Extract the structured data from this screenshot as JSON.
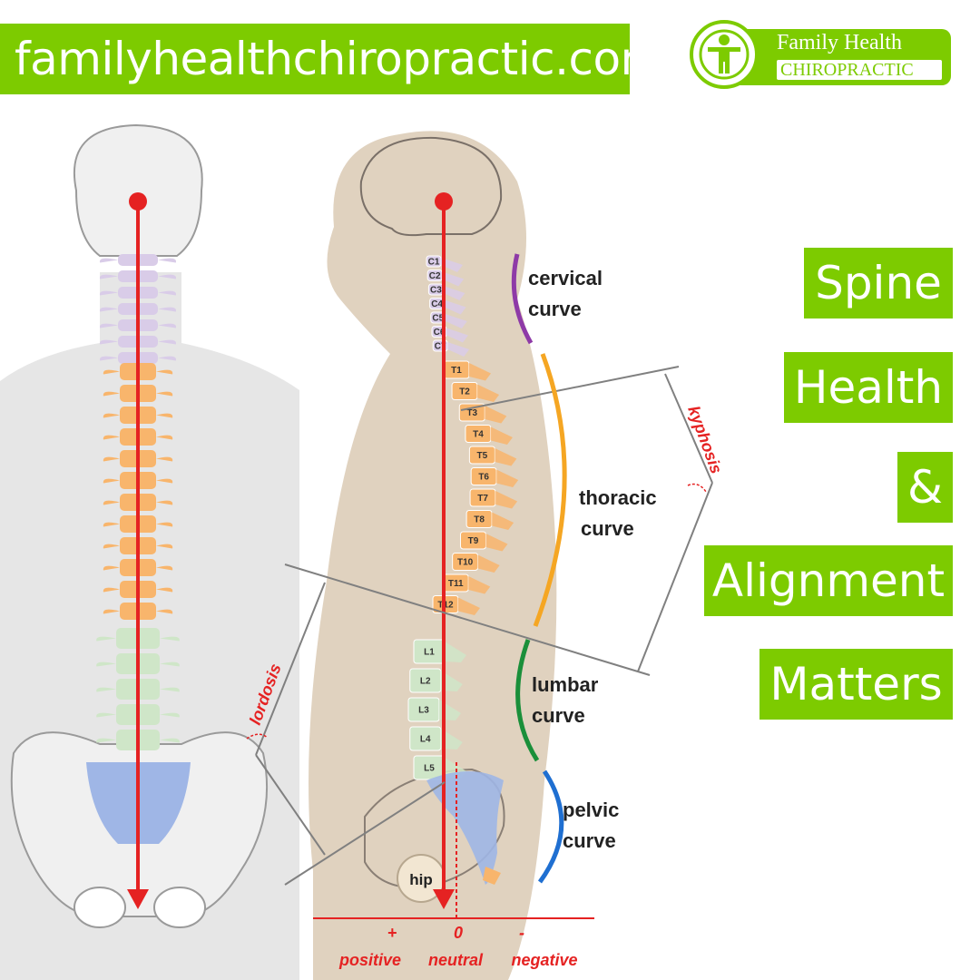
{
  "header": {
    "url": "familyhealthchiropractic.com"
  },
  "logo": {
    "line1": "Family Health",
    "line2": "CHIROPRACTIC",
    "icon": "person-icon",
    "color": "#7dcb00"
  },
  "title_words": [
    "Spine",
    "Health",
    "&",
    "Alignment",
    "Matters"
  ],
  "vertebrae": {
    "cervical": [
      "C1",
      "C2",
      "C3",
      "C4",
      "C5",
      "C6",
      "C7"
    ],
    "thoracic": [
      "T1",
      "T2",
      "T3",
      "T4",
      "T5",
      "T6",
      "T7",
      "T8",
      "T9",
      "T10",
      "T11",
      "T12"
    ],
    "lumbar": [
      "L1",
      "L2",
      "L3",
      "L4",
      "L5"
    ]
  },
  "curves": {
    "cervical": {
      "line1": "cervical",
      "line2": "curve",
      "color": "#8e3aa7"
    },
    "thoracic": {
      "line1": "thoracic",
      "line2": "curve",
      "color": "#f5a623"
    },
    "lumbar": {
      "line1": "lumbar",
      "line2": "curve",
      "color": "#1a8f3a"
    },
    "pelvic": {
      "line1": "pelvic",
      "line2": "curve",
      "color": "#1f6fd1"
    }
  },
  "angles": {
    "kyphosis": "kyphosis",
    "lordosis": "lordosis"
  },
  "hip_label": "hip",
  "scale": {
    "plus": "+",
    "zero": "0",
    "minus": "-",
    "positive": "positive",
    "neutral": "neutral",
    "negative": "negative"
  },
  "colors": {
    "accent_green": "#7dcb00",
    "plumb_line": "#e52222",
    "cervical": "#d9cce8",
    "thoracic": "#f8b56c",
    "lumbar": "#cfe6c8",
    "sacrum": "#9fb6e6"
  }
}
